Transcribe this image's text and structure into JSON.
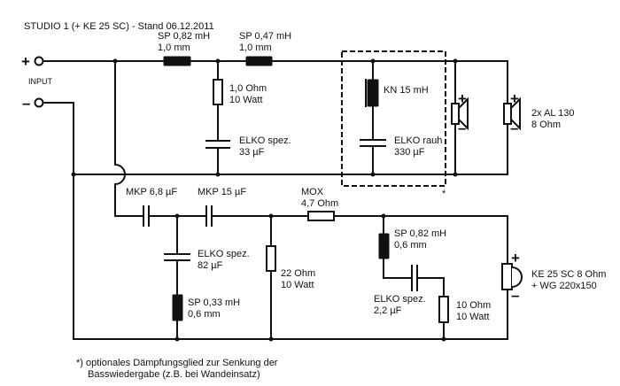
{
  "title": "STUDIO 1 (+ KE 25 SC) -  Stand 06.12.2011",
  "input": {
    "label": "INPUT",
    "plus": "+",
    "minus": "–"
  },
  "components": {
    "sp1": {
      "line1": "SP 0,82 mH",
      "line2": "1,0 mm"
    },
    "sp2": {
      "line1": "SP 0,47 mH",
      "line2": "1,0 mm"
    },
    "r1": {
      "line1": "1,0 Ohm",
      "line2": "10 Watt"
    },
    "c1": {
      "line1": "ELKO spez.",
      "line2": "33 µF"
    },
    "kn": {
      "line1": "KN 15 mH"
    },
    "c_rauh": {
      "line1": "ELKO rauh",
      "line2": "330 µF"
    },
    "woofers": {
      "line1": "2x AL 130",
      "line2": "8 Ohm"
    },
    "mkp1": {
      "line1": "MKP 6,8 µF"
    },
    "mkp2": {
      "line1": "MKP 15 µF"
    },
    "mox": {
      "line1": "MOX",
      "line2": "4,7 Ohm"
    },
    "c82": {
      "line1": "ELKO spez.",
      "line2": "82 µF"
    },
    "sp3": {
      "line1": "SP 0,33 mH",
      "line2": "0,6 mm"
    },
    "r22": {
      "line1": "22 Ohm",
      "line2": "10 Watt"
    },
    "sp4": {
      "line1": "SP 0,82 mH",
      "line2": "0,6 mm"
    },
    "c22": {
      "line1": "ELKO spez.",
      "line2": "2,2 µF"
    },
    "r10": {
      "line1": "10 Ohm",
      "line2": "10 Watt"
    },
    "tweeter": {
      "line1": "KE 25 SC 8 Ohm",
      "line2": "+ WG 220x150"
    }
  },
  "polarity": {
    "plus": "+",
    "minus": "–"
  },
  "optional_marker": "*",
  "footnote": {
    "line1": "*) optionales Dämpfungsglied zur Senkung der",
    "line2": "Basswiedergabe (z.B. bei Wandeinsatz)"
  }
}
